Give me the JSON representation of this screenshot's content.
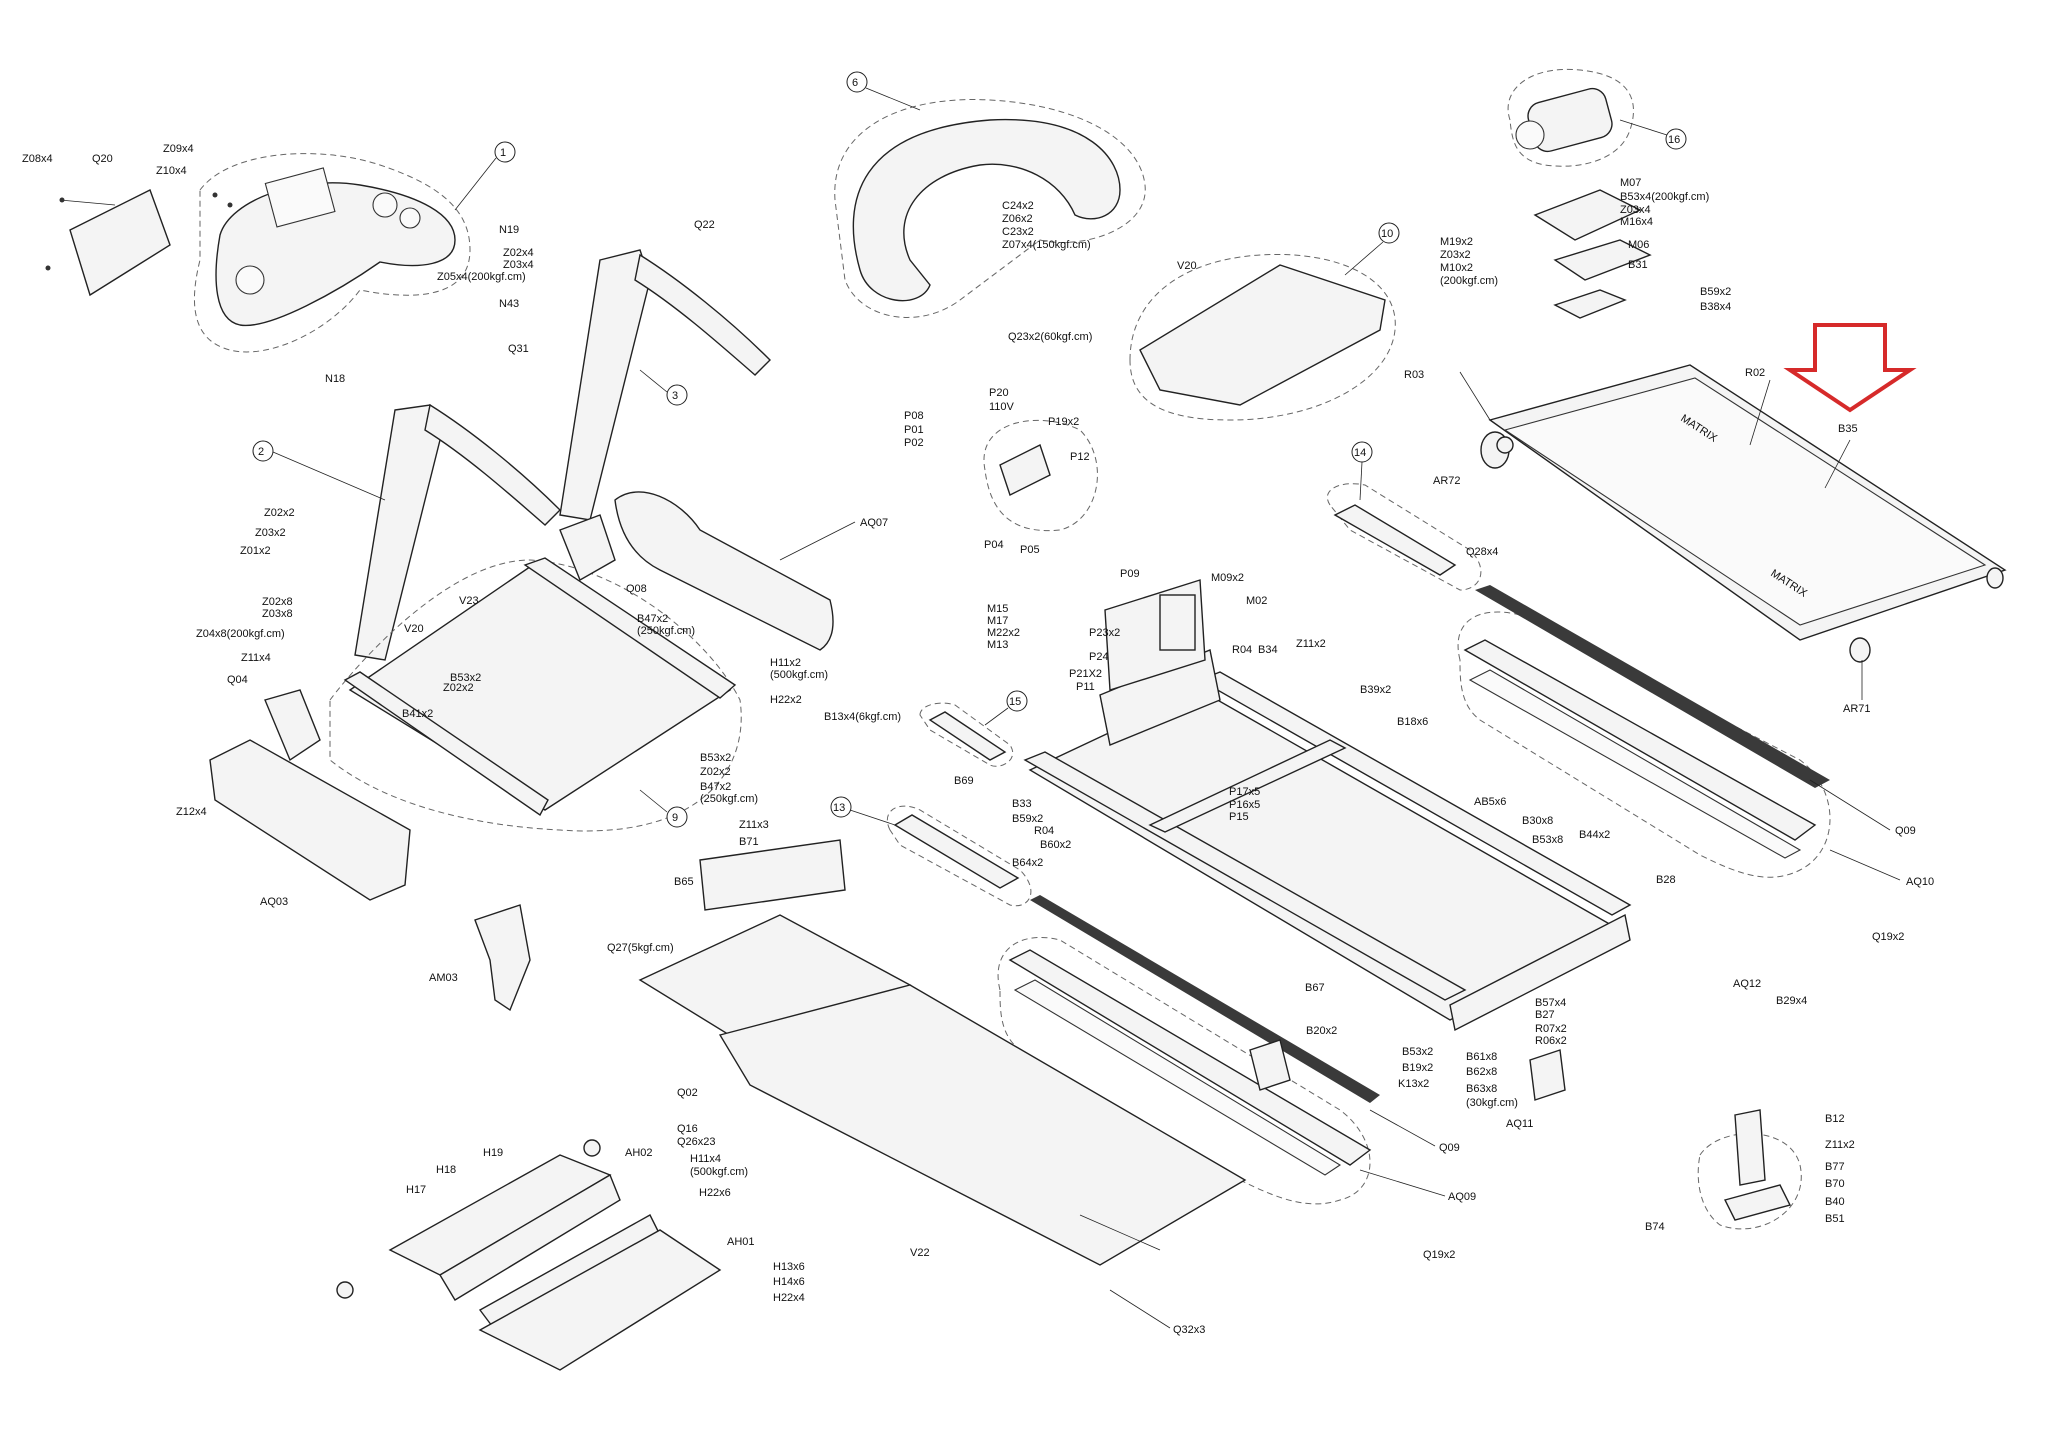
{
  "colors": {
    "line": "#222222",
    "arrow": "#d62a2a",
    "background": "#ffffff"
  },
  "callouts": [
    "1",
    "2",
    "3",
    "6",
    "9",
    "10",
    "13",
    "14",
    "15",
    "16"
  ],
  "labels": {
    "z08x4": "Z08x4",
    "q20": "Q20",
    "z09x4": "Z09x4",
    "z10x4": "Z10x4",
    "n19": "N19",
    "z02x4": "Z02x4",
    "z03x4": "Z03x4",
    "z05x4": "Z05x4(200kgf.cm)",
    "n43": "N43",
    "q22": "Q22",
    "n18": "N18",
    "q31": "Q31",
    "z02x2": "Z02x2",
    "z03x2": "Z03x2",
    "z01x2": "Z01x2",
    "z02x8": "Z02x8",
    "z03x8": "Z03x8",
    "z04x8": "Z04x8(200kgf.cm)",
    "z11x4": "Z11x4",
    "q04": "Q04",
    "v20a": "V20",
    "v23": "V23",
    "aq07": "AQ07",
    "q08": "Q08",
    "b47x2a": "B47x2",
    "b47x2a2": "(250kgf.cm)",
    "h11x2a": "H11x2",
    "h11x2a2": "(500kgf.cm)",
    "h22x2": "H22x2",
    "b53x2a": "B53x2",
    "z02x2b": "Z02x2",
    "b41x2": "B41x2",
    "b53x2b": "B53x2",
    "z02x2c": "Z02x2",
    "b47x2b": "B47x2",
    "b47x2b2": "(250kgf.cm)",
    "z12x4": "Z12x4",
    "aq03": "AQ03",
    "am03": "AM03",
    "c24x2": "C24x2",
    "z06x2": "Z06x2",
    "c23x2": "C23x2",
    "z07x4": "Z07x4(150kgf.cm)",
    "v20b": "V20",
    "q23x2": "Q23x2(60kgf.cm)",
    "m07": "M07",
    "b53x4": "B53x4(200kgf.cm)",
    "z03x4b": "Z03x4",
    "m16x4": "M16x4",
    "m19x2": "M19x2",
    "z03x2b": "Z03x2",
    "m10x2": "M10x2",
    "m10x2b": "(200kgf.cm)",
    "m06": "M06",
    "b31": "B31",
    "b59x2": "B59x2",
    "b38x4": "B38x4",
    "r03": "R03",
    "r02": "R02",
    "b35": "B35",
    "ar72": "AR72",
    "ar71": "AR71",
    "p20": "P20",
    "p20v": "110V",
    "p08": "P08",
    "p01": "P01",
    "p02": "P02",
    "p19x2": "P19x2",
    "p12": "P12",
    "p04": "P04",
    "p05": "P05",
    "q28x4": "Q28x4",
    "p09": "P09",
    "m09x2": "M09x2",
    "m02": "M02",
    "m15": "M15",
    "m17": "M17",
    "m22x2": "M22x2",
    "m13": "M13",
    "p23x2": "P23x2",
    "p24": "P24",
    "p21x2": "P21X2",
    "p11": "P11",
    "r04a": "R04",
    "b34": "B34",
    "z11x2a": "Z11x2",
    "b39x2": "B39x2",
    "b13x4": "B13x4(6kgf.cm)",
    "b69": "B69",
    "b18x6": "B18x6",
    "b33": "B33",
    "b59x2b": "B59x2",
    "r04b": "R04",
    "b60x2": "B60x2",
    "b64x2": "B64x2",
    "p17x5": "P17x5",
    "p16x5": "P16x5",
    "p15": "P15",
    "ab5x6": "AB5x6",
    "b30x8": "B30x8",
    "b53x8": "B53x8",
    "b44x2": "B44x2",
    "b28": "B28",
    "q09a": "Q09",
    "aq10": "AQ10",
    "q19x2a": "Q19x2",
    "aq12": "AQ12",
    "b29x4": "B29x4",
    "b67": "B67",
    "b57x4": "B57x4",
    "b27": "B27",
    "r07x2": "R07x2",
    "r06x2": "R06x2",
    "b20x2": "B20x2",
    "b53x2c": "B53x2",
    "b19x2": "B19x2",
    "k13x2": "K13x2",
    "b61x8": "B61x8",
    "b62x8": "B62x8",
    "b63x8": "B63x8",
    "b63x8b": "(30kgf.cm)",
    "aq11": "AQ11",
    "z11x3": "Z11x3",
    "b71": "B71",
    "b65": "B65",
    "q27": "Q27(5kgf.cm)",
    "q02": "Q02",
    "q16": "Q16",
    "q26x23": "Q26x23",
    "h11x4": "H11x4",
    "h11x4b": "(500kgf.cm)",
    "h22x6": "H22x6",
    "v22": "V22",
    "q09b": "Q09",
    "aq09": "AQ09",
    "q19x2b": "Q19x2",
    "q32x3": "Q32x3",
    "h18": "H18",
    "h19": "H19",
    "h17": "H17",
    "ah02": "AH02",
    "ah01": "AH01",
    "h13x6": "H13x6",
    "h14x6": "H14x6",
    "h22x4": "H22x4",
    "b12": "B12",
    "z11x2b": "Z11x2",
    "b77": "B77",
    "b70": "B70",
    "b40": "B40",
    "b51": "B51",
    "b74": "B74"
  }
}
